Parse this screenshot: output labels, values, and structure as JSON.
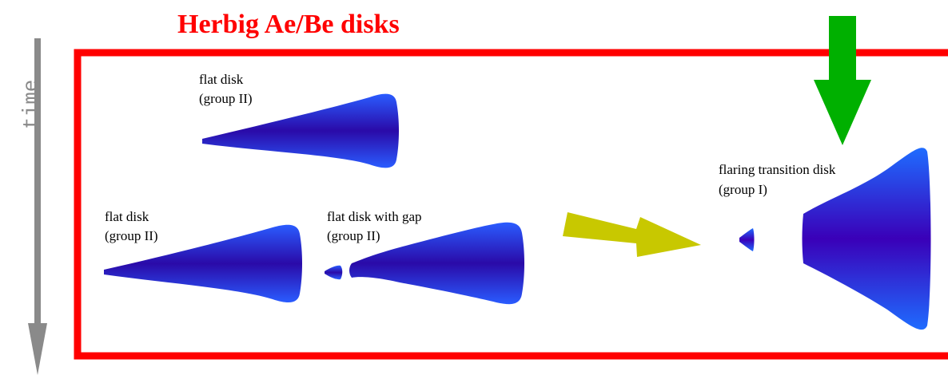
{
  "title": "Herbig Ae/Be disks",
  "time_axis_label": "time",
  "labels": {
    "flat_top_line1": "flat disk",
    "flat_top_line2": "(group II)",
    "flat_left_line1": "flat disk",
    "flat_left_line2": "(group II)",
    "gap_line1": "flat disk with gap",
    "gap_line2": "(group II)",
    "flaring_line1": "flaring transition disk",
    "flaring_line2": "(group I)"
  },
  "colors": {
    "frame": "#ff0000",
    "title": "#ff0000",
    "time_arrow": "#8a8a8a",
    "down_arrow": "#00b000",
    "right_arrow": "#c8c800",
    "disk_outer": "#1f5cff",
    "disk_inner": "#2a00a8"
  }
}
